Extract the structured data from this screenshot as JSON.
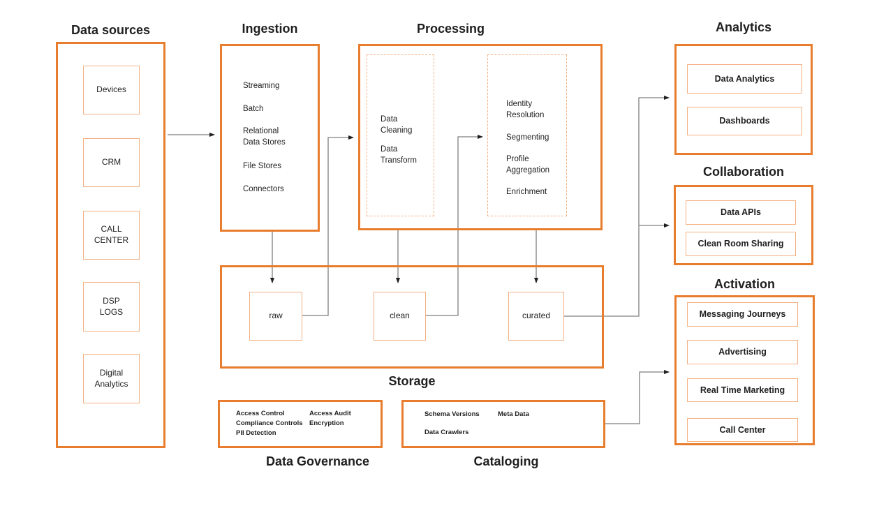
{
  "sections": {
    "data_sources": {
      "title": "Data sources",
      "items": [
        "Devices",
        "CRM",
        "CALL\nCENTER",
        "DSP\nLOGS",
        "Digital\nAnalytics"
      ]
    },
    "ingestion": {
      "title": "Ingestion",
      "items": [
        "Streaming",
        "Batch",
        "Relational\nData Stores",
        "File Stores",
        "Connectors"
      ]
    },
    "processing": {
      "title": "Processing",
      "cleaning_group": [
        "Data\nCleaning",
        "Data\nTransform"
      ],
      "enrichment_group": [
        "Identity\nResolution",
        "Segmenting",
        "Profile\nAggregation",
        "Enrichment"
      ]
    },
    "storage": {
      "title": "Storage",
      "zones": [
        "raw",
        "clean",
        "curated"
      ]
    },
    "data_governance": {
      "title": "Data Governance",
      "col1": [
        "Access Control",
        "Compliance Controls",
        "PII Detection"
      ],
      "col2": [
        "Access Audit",
        "Encryption"
      ]
    },
    "cataloging": {
      "title": "Cataloging",
      "items": [
        "Schema Versions",
        "Meta Data",
        "Data Crawlers"
      ]
    },
    "analytics": {
      "title": "Analytics",
      "items": [
        "Data Analytics",
        "Dashboards"
      ]
    },
    "collaboration": {
      "title": "Collaboration",
      "items": [
        "Data APIs",
        "Clean Room Sharing"
      ]
    },
    "activation": {
      "title": "Activation",
      "items": [
        "Messaging Journeys",
        "Advertising",
        "Real Time Marketing",
        "Call Center"
      ]
    }
  },
  "colors": {
    "accent_orange": "#E87D2E",
    "light_orange": "#F4B183",
    "connector_gray": "#7F7F7F",
    "arrowhead_black": "#1F1F1F",
    "text_black": "#1F1F1F",
    "bg_white": "#FFFFFF"
  }
}
